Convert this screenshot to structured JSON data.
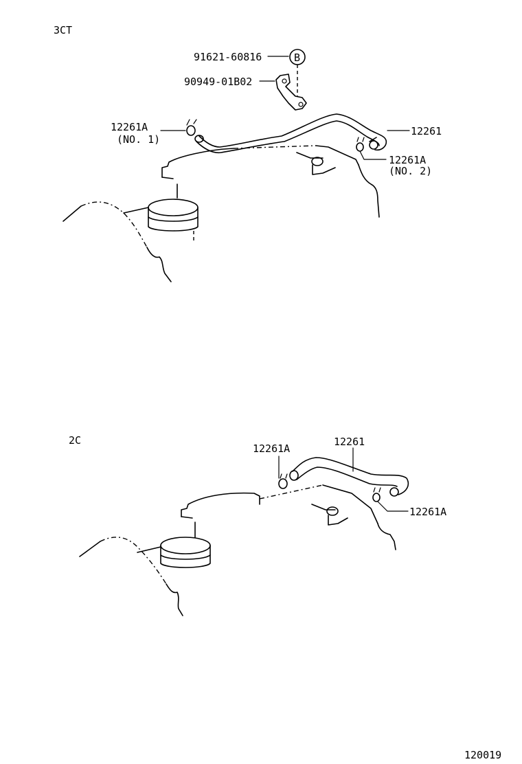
{
  "diagram_id": "120019",
  "sections": [
    {
      "variant": "3CT",
      "callouts": {
        "bolt": "91621-60816",
        "bolt_marker": "B",
        "bracket": "90949-01B02",
        "clamp_1": "12261A",
        "clamp_1_sub": "(NO. 1)",
        "hose": "12261",
        "clamp_2": "12261A",
        "clamp_2_sub": "(NO. 2)"
      }
    },
    {
      "variant": "2C",
      "callouts": {
        "clamp_left": "12261A",
        "hose": "12261",
        "clamp_right": "12261A"
      }
    }
  ],
  "icons": {
    "bolt_marker": "circle-letter-b-icon"
  }
}
